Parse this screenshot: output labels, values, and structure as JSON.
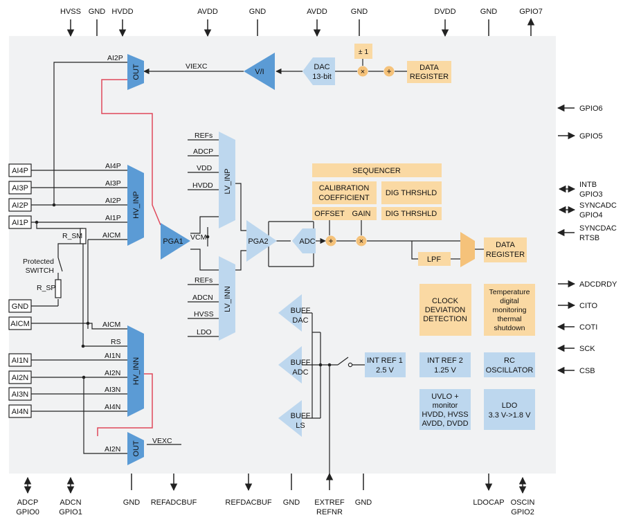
{
  "top_pins": [
    "HVSS",
    "GND",
    "HVDD",
    "AVDD",
    "GND",
    "AVDD",
    "GND",
    "DVDD",
    "GND",
    "GPIO7"
  ],
  "bottom_pins": [
    {
      "l1": "ADCP",
      "l2": "GPIO0"
    },
    {
      "l1": "ADCN",
      "l2": "GPIO1"
    },
    {
      "l1": "GND",
      "l2": ""
    },
    {
      "l1": "REFADCBUF",
      "l2": ""
    },
    {
      "l1": "REFDACBUF",
      "l2": ""
    },
    {
      "l1": "GND",
      "l2": ""
    },
    {
      "l1": "EXTREF",
      "l2": "REFNR"
    },
    {
      "l1": "GND",
      "l2": ""
    },
    {
      "l1": "LDOCAP",
      "l2": ""
    },
    {
      "l1": "OSCIN",
      "l2": "GPIO2"
    }
  ],
  "right_pins": [
    {
      "l1": "GPIO6",
      "l2": ""
    },
    {
      "l1": "GPIO5",
      "l2": ""
    },
    {
      "l1": "INTB",
      "l2": "GPIO3"
    },
    {
      "l1": "SYNCADC",
      "l2": "GPIO4"
    },
    {
      "l1": "SYNCDAC",
      "l2": "RTSB"
    },
    {
      "l1": "ADCDRDY",
      "l2": ""
    },
    {
      "l1": "CITO",
      "l2": ""
    },
    {
      "l1": "COTI",
      "l2": ""
    },
    {
      "l1": "SCK",
      "l2": ""
    },
    {
      "l1": "CSB",
      "l2": ""
    }
  ],
  "left_pins": [
    "AI4P",
    "AI3P",
    "AI2P",
    "AI1P",
    "GND",
    "AICM",
    "AI1N",
    "AI2N",
    "AI3N",
    "AI4N"
  ],
  "switch_labels": {
    "r_sm": "R_SM",
    "protected": "Protected",
    "switch": "SWITCH",
    "r_sp": "R_SP"
  },
  "blocks": {
    "out_top": "OUT",
    "out_bottom": "OUT",
    "viexc": "VIEXC",
    "vexc": "VEXC",
    "vi": "V/I",
    "dac_l1": "DAC",
    "dac_l2": "13-bit",
    "pm1": "± 1",
    "data_reg_top_l1": "DATA",
    "data_reg_top_l2": "REGISTER",
    "ai2p_top": "AI2P",
    "ai2n_bottom": "AI2N",
    "hv_inp": "HV_INP",
    "hv_inn": "HV_INN",
    "hv_inp_inputs": [
      "AI4P",
      "AI3P",
      "AI2P",
      "AI1P",
      "AICM"
    ],
    "hv_inn_inputs": [
      "AICM",
      "RS",
      "AI1N",
      "AI2N",
      "AI3N",
      "AI4N"
    ],
    "pga1": "PGA1",
    "vcm": "VCM",
    "pga2": "PGA2",
    "adc": "ADC",
    "lv_inp": "LV_INP",
    "lv_inn": "LV_INN",
    "lv_inp_inputs": [
      "REFs",
      "ADCP",
      "VDD",
      "HVDD"
    ],
    "lv_inn_inputs": [
      "REFs",
      "ADCN",
      "HVSS",
      "LDO"
    ],
    "sequencer": "SEQUENCER",
    "cal_l1": "CALIBRATION",
    "cal_l2": "COEFFICIENT",
    "dig_thr1": "DIG THRSHLD",
    "dig_thr2": "DIG THRSHLD",
    "offset": "OFFSET",
    "gain": "GAIN",
    "lpf": "LPF",
    "data_reg_mid_l1": "DATA",
    "data_reg_mid_l2": "REGISTER",
    "clock_l1": "CLOCK",
    "clock_l2": "DEVIATION",
    "clock_l3": "DETECTION",
    "temp_l1": "Temperature",
    "temp_l2": "digital",
    "temp_l3": "monitoring",
    "temp_l4": "thermal",
    "temp_l5": "shutdown",
    "buff_dac_l1": "BUFF",
    "buff_dac_l2": "DAC",
    "buff_adc_l1": "BUFF",
    "buff_adc_l2": "ADC",
    "buff_ls_l1": "BUFF",
    "buff_ls_l2": "LS",
    "int_ref1_l1": "INT REF 1",
    "int_ref1_l2": "2.5 V",
    "int_ref2_l1": "INT REF 2",
    "int_ref2_l2": "1.25 V",
    "rc_l1": "RC",
    "rc_l2": "OSCILLATOR",
    "uvlo_l1": "UVLO +",
    "uvlo_l2": "monitor",
    "uvlo_l3": "HVDD, HVSS",
    "uvlo_l4": "AVDD, DVDD",
    "ldo_l1": "LDO",
    "ldo_l2": "3.3 V->1.8 V"
  },
  "colors": {
    "chip_bg": "#f1f2f3",
    "dark_blue": "#5b9bd5",
    "light_blue": "#bdd7ee",
    "orange": "#fad9a3",
    "orange_dark": "#f5c27a",
    "red_wire": "#e0475a",
    "wire": "#222222"
  }
}
